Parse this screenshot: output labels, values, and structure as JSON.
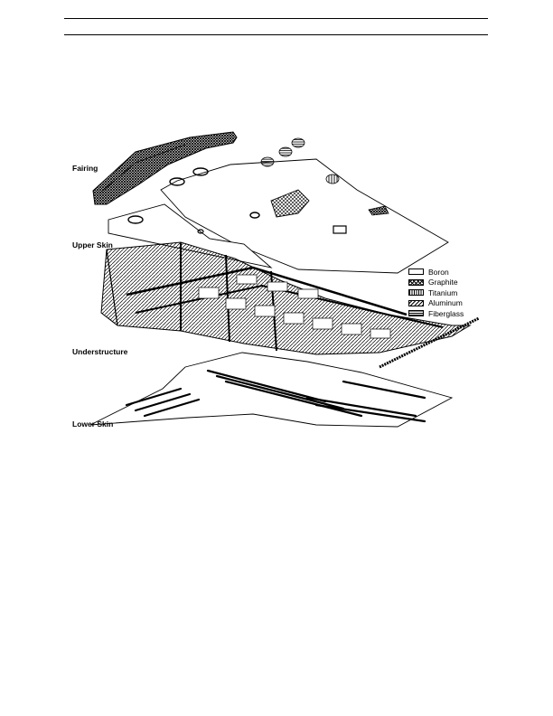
{
  "labels": {
    "fairing": "Fairing",
    "upper_skin": "Upper Skin",
    "understructure": "Understructure",
    "lower_skin": "Lower Skin"
  },
  "legend": [
    {
      "id": "boron",
      "label": "Boron",
      "pattern": "blank"
    },
    {
      "id": "graphite",
      "label": "Graphite",
      "pattern": "cross-hatch"
    },
    {
      "id": "titanium",
      "label": "Titanium",
      "pattern": "vertical-lines"
    },
    {
      "id": "aluminum",
      "label": "Aluminum",
      "pattern": "diagonal-lines"
    },
    {
      "id": "fiberglass",
      "label": "Fiberglass",
      "pattern": "horizontal-lines"
    }
  ],
  "colors": {
    "ink": "#000000",
    "paper": "#ffffff"
  }
}
